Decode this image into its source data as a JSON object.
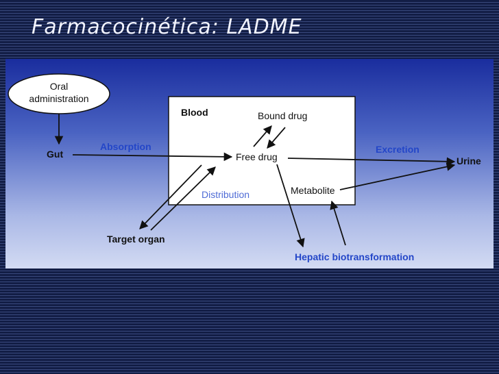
{
  "slide": {
    "title": "Farmacocinética: LADME"
  },
  "diagram": {
    "oral_administration": [
      "Oral",
      "administration"
    ],
    "gut": "Gut",
    "absorption": "Absorption",
    "blood": "Blood",
    "bound_drug": "Bound drug",
    "free_drug": "Free drug",
    "distribution": "Distribution",
    "metabolite": "Metabolite",
    "excretion": "Excretion",
    "urine": "Urine",
    "target_organ": "Target organ",
    "hepatic_biotransformation": "Hepatic biotransformation"
  }
}
